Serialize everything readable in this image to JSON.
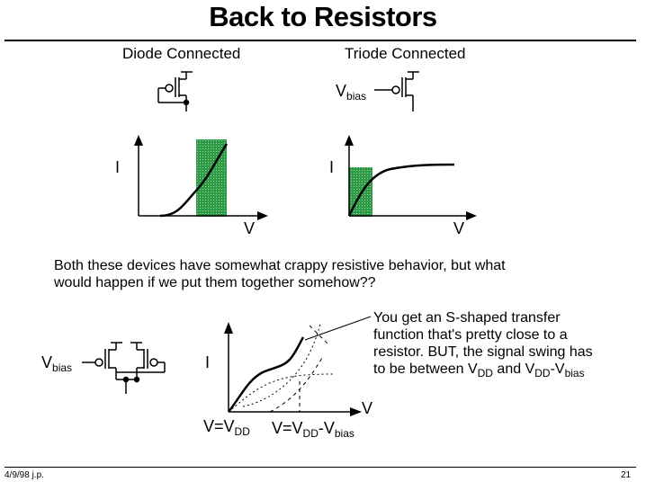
{
  "slide": {
    "title": "Back to Resistors",
    "date": "4/9/98 j.p.",
    "page_number": "21"
  },
  "diode": {
    "label": "Diode Connected",
    "y_axis": "I",
    "x_axis": "V"
  },
  "triode": {
    "label": "Triode Connected",
    "bias_main": "V",
    "bias_sub": "bias",
    "y_axis": "I",
    "x_axis": "V"
  },
  "question_text": {
    "line1": "Both these devices have somewhat crappy resistive behavior, but what",
    "line2": "would happen if we put them together somehow??"
  },
  "combined": {
    "bias_main": "V",
    "bias_sub": "bias",
    "y_axis": "I",
    "x_axis": "V",
    "tick1_main": "V=V",
    "tick1_sub": "DD",
    "tick2_main": "V=V",
    "tick2_sub1": "DD",
    "tick2_mid": "-V",
    "tick2_sub2": "bias"
  },
  "note": {
    "line1": "You get an S-shaped transfer",
    "line2": "function that's pretty close to a",
    "line3": "resistor.  BUT, the signal swing has",
    "line4_a": "to be between V",
    "line4_sub1": "DD",
    "line4_b": " and V",
    "line4_sub2": "DD",
    "line4_c": "-V",
    "line4_sub3": "bias"
  },
  "colors": {
    "highlight": "#2e9a46",
    "ink": "#000000"
  }
}
